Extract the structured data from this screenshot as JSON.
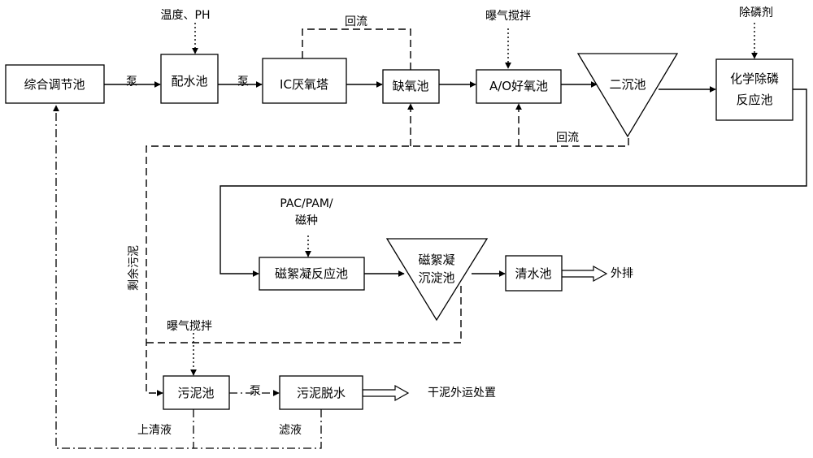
{
  "nodes": {
    "regulating_tank": "综合调节池",
    "water_mixing_tank": "配水池",
    "ic_anaerobic_tower": "IC厌氧塔",
    "anoxic_tank": "缺氧池",
    "ao_aerobic_tank": "A/O好氧池",
    "secondary_settler": "二沉池",
    "chem_p_removal_line1": "化学除磷",
    "chem_p_removal_line2": "反应池",
    "magnetic_floc_reaction": "磁絮凝反应池",
    "magnetic_settler_line1": "磁絮凝",
    "magnetic_settler_line2": "沉淀池",
    "clear_water_tank": "清水池",
    "sludge_tank": "污泥池",
    "sludge_dewatering": "污泥脱水"
  },
  "labels": {
    "temp_ph": "温度、PH",
    "pump_1": "泵",
    "pump_2": "泵",
    "pump_3": "泵",
    "reflux_top": "回流",
    "aeration_top": "曝气搅拌",
    "phosphorus_remover": "除磷剂",
    "reflux_bottom": "回流",
    "pac_line1": "PAC/PAM/",
    "pac_line2": "磁种",
    "discharge": "外排",
    "excess_sludge": "剩余污泥",
    "aeration_sludge": "曝气搅拌",
    "dry_sludge": "干泥外运处置",
    "supernatant": "上清液",
    "filtrate": "滤液"
  }
}
